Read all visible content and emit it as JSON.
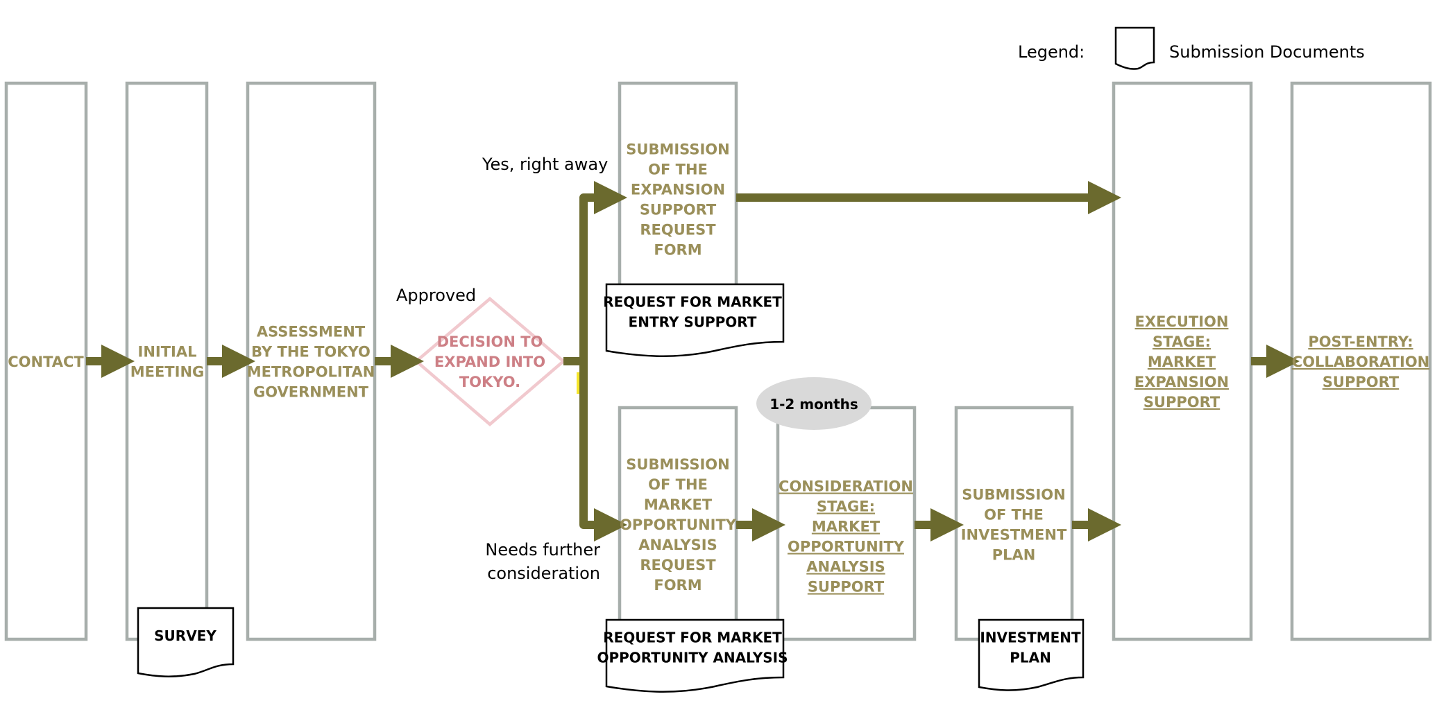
{
  "colors": {
    "box_border": "#a7aeab",
    "stage_text": "#9a8f5a",
    "arrow": "#6b6a2e",
    "decision_border": "#f1c9ce",
    "decision_text": "#cd7f85",
    "duration_badge": "#d9d9d9",
    "highlight": "#f5e52a"
  },
  "legend": {
    "label": "Legend:",
    "icon": "document-icon",
    "text": "Submission Documents"
  },
  "stages": {
    "contact": [
      "CONTACT"
    ],
    "initial_meeting": [
      "INITIAL",
      "MEETING"
    ],
    "assessment": [
      "ASSESSMENT",
      "BY THE TOKYO",
      "METROPOLITAN",
      "GOVERNMENT"
    ],
    "expansion_form": [
      "SUBMISSION",
      "OF THE",
      "EXPANSION",
      "SUPPORT",
      "REQUEST",
      "FORM"
    ],
    "market_form": [
      "SUBMISSION",
      "OF THE",
      "MARKET",
      "OPPORTUNITY",
      "ANALYSIS",
      "REQUEST",
      "FORM"
    ],
    "consideration": [
      "CONSIDERATION",
      "STAGE:",
      "MARKET",
      "OPPORTUNITY",
      "ANALYSIS",
      "SUPPORT"
    ],
    "investment_plan_submission": [
      "SUBMISSION",
      "OF THE",
      "INVESTMENT",
      "PLAN"
    ],
    "execution": [
      "EXECUTION",
      "STAGE:",
      "MARKET",
      "EXPANSION",
      "SUPPORT"
    ],
    "post_entry": [
      "POST-ENTRY:",
      "COLLABORATION",
      "SUPPORT"
    ]
  },
  "decision": [
    "DECISION TO",
    "EXPAND INTO",
    "TOKYO."
  ],
  "labels": {
    "approved": "Approved",
    "yes_right_away": "Yes, right away",
    "needs_further": [
      "Needs further",
      "consideration"
    ]
  },
  "documents": {
    "survey": [
      "SURVEY"
    ],
    "market_entry": [
      "REQUEST FOR MARKET",
      "ENTRY SUPPORT"
    ],
    "market_analysis": [
      "REQUEST FOR MARKET",
      "OPPORTUNITY ANALYSIS"
    ],
    "investment": [
      "INVESTMENT",
      "PLAN"
    ]
  },
  "duration_badge": "1-2 months"
}
